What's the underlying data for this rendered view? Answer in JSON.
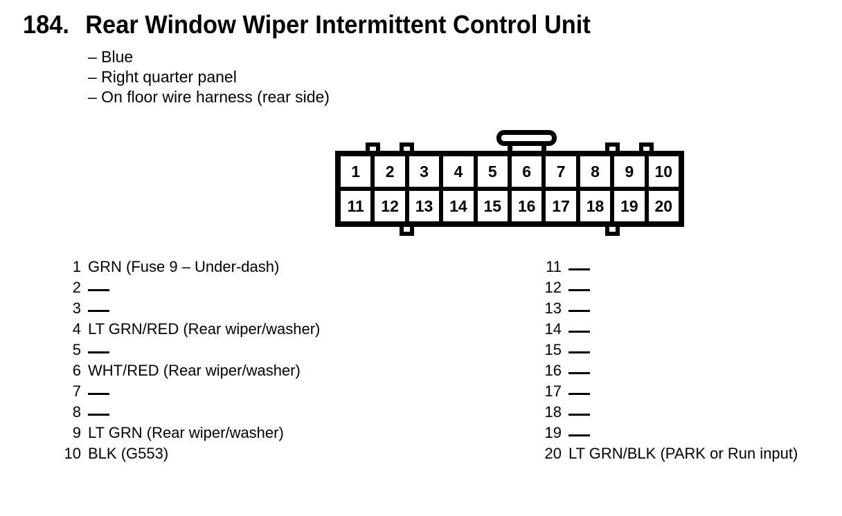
{
  "page": {
    "index_number": "184.",
    "title": "Rear Window Wiper Intermittent Control Unit",
    "location_notes": [
      "– Blue",
      "– Right quarter panel",
      "– On floor wire harness (rear side)"
    ]
  },
  "connector": {
    "description": "20-pin connector, 2 rows of 10 cavities",
    "rows": [
      [
        "1",
        "2",
        "3",
        "4",
        "5",
        "6",
        "7",
        "8",
        "9",
        "10"
      ],
      [
        "11",
        "12",
        "13",
        "14",
        "15",
        "16",
        "17",
        "18",
        "19",
        "20"
      ]
    ]
  },
  "pins": {
    "no_connection_marker": "——",
    "left": [
      {
        "pin": "1",
        "label": "GRN (Fuse 9 – Under-dash)"
      },
      {
        "pin": "2",
        "label": ""
      },
      {
        "pin": "3",
        "label": ""
      },
      {
        "pin": "4",
        "label": "LT GRN/RED (Rear wiper/washer)"
      },
      {
        "pin": "5",
        "label": ""
      },
      {
        "pin": "6",
        "label": "WHT/RED (Rear wiper/washer)"
      },
      {
        "pin": "7",
        "label": ""
      },
      {
        "pin": "8",
        "label": ""
      },
      {
        "pin": "9",
        "label": "LT GRN (Rear wiper/washer)"
      },
      {
        "pin": "10",
        "label": "BLK (G553)"
      }
    ],
    "right": [
      {
        "pin": "11",
        "label": ""
      },
      {
        "pin": "12",
        "label": ""
      },
      {
        "pin": "13",
        "label": ""
      },
      {
        "pin": "14",
        "label": ""
      },
      {
        "pin": "15",
        "label": ""
      },
      {
        "pin": "16",
        "label": ""
      },
      {
        "pin": "17",
        "label": ""
      },
      {
        "pin": "18",
        "label": ""
      },
      {
        "pin": "19",
        "label": ""
      },
      {
        "pin": "20",
        "label": "LT GRN/BLK (PARK or Run input)"
      }
    ]
  }
}
